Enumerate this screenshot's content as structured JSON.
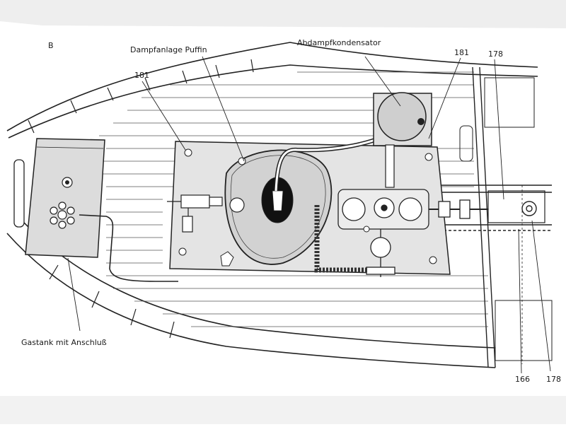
{
  "labels": {
    "corner": "B",
    "steam_plant": "Dampfanlage Puffin",
    "condenser": "Abdampfkondensator",
    "ref_181_left": "181",
    "ref_181_right": "181",
    "ref_178_top": "178",
    "gas_tank": "Gastank mit Anschluß",
    "ref_166": "166",
    "ref_178_bottom": "178"
  }
}
